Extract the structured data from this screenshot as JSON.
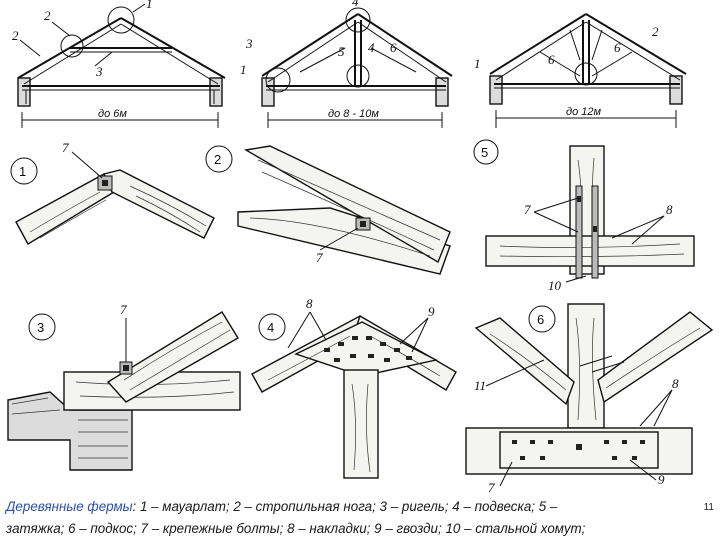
{
  "caption": {
    "title": "Деревянные фермы",
    "line1_rest": ": 1 – мауарлат; 2 – стропильная нога; 3 – ригель;  4 – подвеска; 5 –",
    "line2": "затяжка;  6 – подкос; 7 – крепежные болты; 8 – накладки; 9 – гвозди; 10 – стальной хомут;"
  },
  "page_number": "11",
  "spans": {
    "truss_a": "до 6м",
    "truss_b": "до 8 - 10м",
    "truss_c": "до 12м"
  },
  "detail_numbers": [
    "1",
    "2",
    "3",
    "4",
    "5",
    "6"
  ],
  "part_labels": {
    "p1": "1",
    "p2": "2",
    "p3": "3",
    "p4": "4",
    "p5": "5",
    "p6": "6",
    "p7": "7",
    "p8": "8",
    "p9": "9",
    "p10": "10",
    "p11": "11"
  }
}
